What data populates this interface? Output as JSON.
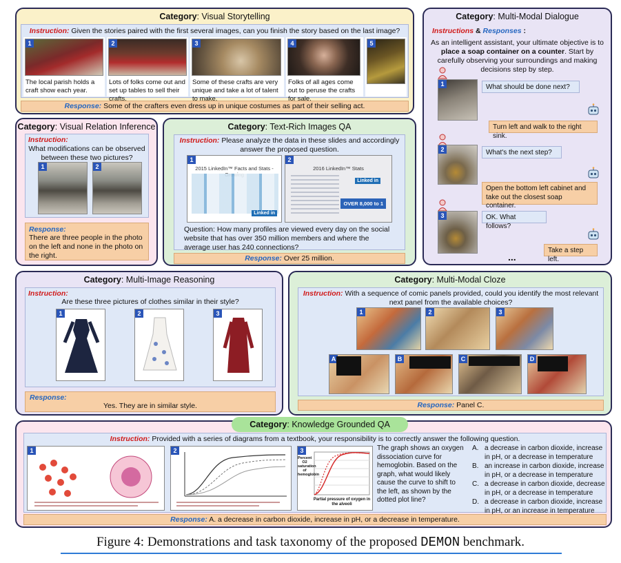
{
  "vs": {
    "category_label": "Category",
    "category": "Visual Storytelling",
    "instruction_label": "Instruction:",
    "instruction": "Given the stories paired with the first several images, can you finish the story based on the last image?",
    "numbers": [
      "1",
      "2",
      "3",
      "4",
      "5"
    ],
    "captions": [
      "The local parish holds a craft show each year.",
      "Lots of folks come out and set up tables to sell their crafts.",
      "Some of these crafts are very unique and take a lot of talent to make.",
      "Folks of all ages come out to peruse the crafts for sale.",
      ""
    ],
    "response_label": "Response:",
    "response": "Some of the crafters even dress up in unique costumes as part of their selling act."
  },
  "mmd": {
    "category_label": "Category",
    "category": "Multi-Modal Dialogue",
    "instructions_label": "Instructions",
    "amp": "&",
    "responses_label": "Responses",
    "colon": ":",
    "intro_pre": "As an intelligent assistant, your ultimate objective is to",
    "intro_bold": "place a soap container on a counter",
    "intro_post": ". Start by carefully observing your surroundings and making decisions step by step.",
    "turns": [
      {
        "num": "1",
        "user": "What should be done next?",
        "bot": "Turn left and walk to the right sink."
      },
      {
        "num": "2",
        "user": "What's the next step?",
        "bot": "Open the bottom left cabinet and take out the closest soap container."
      },
      {
        "num": "3",
        "user": "OK. What follows?",
        "bot": "Take a step left."
      }
    ],
    "ellipsis": "..."
  },
  "vri": {
    "category_label": "Category",
    "category": "Visual Relation Inference",
    "instruction_label": "Instruction:",
    "instruction": "What modifications can be observed between these two pictures?",
    "numbers": [
      "1",
      "2"
    ],
    "response_label": "Response:",
    "response": "There are three people in the photo on the left and none in the photo on the right."
  },
  "tri": {
    "category_label": "Category",
    "category": "Text-Rich Images QA",
    "instruction_label": "Instruction:",
    "instruction": "Please analyze the data in these slides and accordingly answer the proposed question.",
    "numbers": [
      "1",
      "2"
    ],
    "slide1_title": "2015 LinkedIn™ Facts and Stats - Growing",
    "slide2_title": "2016 LinkedIn™ Stats",
    "slide2_badge": "OVER 8,000 to 1",
    "linkedin_logo": "Linked in",
    "question": "Question: How many profiles are viewed every day on the social website that has over 350 million members and where the average user has 240 connections?",
    "response_label": "Response:",
    "response": "Over 25 million."
  },
  "mir": {
    "category_label": "Category",
    "category": "Multi-Image Reasoning",
    "instruction_label": "Instruction:",
    "instruction": "Are these three pictures of clothes similar in their style?",
    "numbers": [
      "1",
      "2",
      "3"
    ],
    "response_label": "Response:",
    "response": "Yes. They are in similar style."
  },
  "mmc": {
    "category_label": "Category",
    "category": "Multi-Modal Cloze",
    "instruction_label": "Instruction:",
    "instruction": "With a sequence of comic panels provided, could you identify the most relevant next panel from the available choices?",
    "numbers": [
      "1",
      "2",
      "3"
    ],
    "choices": [
      "A",
      "B",
      "C",
      "D"
    ],
    "response_label": "Response:",
    "response": "Panel C."
  },
  "kgqa": {
    "category_label": "Category",
    "category": "Knowledge Grounded QA",
    "instruction_label": "Instruction:",
    "instruction": "Provided with a series of diagrams from a textbook, your responsibility is to correctly answer the following question.",
    "numbers": [
      "1",
      "2",
      "3"
    ],
    "question": "The graph shows an oxygen dissociation curve for hemoglobin. Based on the graph, what would likely cause the curve to shift to the left, as shown by the dotted plot line?",
    "options": [
      {
        "letter": "A.",
        "text": "a decrease in carbon dioxide, increase in pH, or a decrease in temperature"
      },
      {
        "letter": "B.",
        "text": "an increase in carbon dioxide, increase in pH, or a decrease in temperature"
      },
      {
        "letter": "C.",
        "text": "a decrease in carbon dioxide, decrease in pH, or a decrease in temperature"
      },
      {
        "letter": "D.",
        "text": "a decrease in carbon dioxide, increase in pH, or an increase in temperature"
      }
    ],
    "graph_ylabel": "Percent O2 saturation of hemoglobin",
    "graph_xlabel": "Partial pressure of oxygen in the alveoli",
    "response_label": "Response:",
    "response": "A. a decrease in carbon dioxide, increase in pH, or a decrease in temperature."
  },
  "caption": {
    "prefix": "Figure 4: Demonstrations and task taxonomy of the proposed ",
    "mono": "DEMON",
    "suffix": " benchmark."
  },
  "colors": {
    "yellow": "#fbf1c9",
    "lavender": "#e9e4f5",
    "pink": "#fbe5ee",
    "green": "#dcefd8",
    "instruction_red": "#d01818",
    "response_blue": "#2566c0",
    "response_bg": "#f7cfa6"
  }
}
